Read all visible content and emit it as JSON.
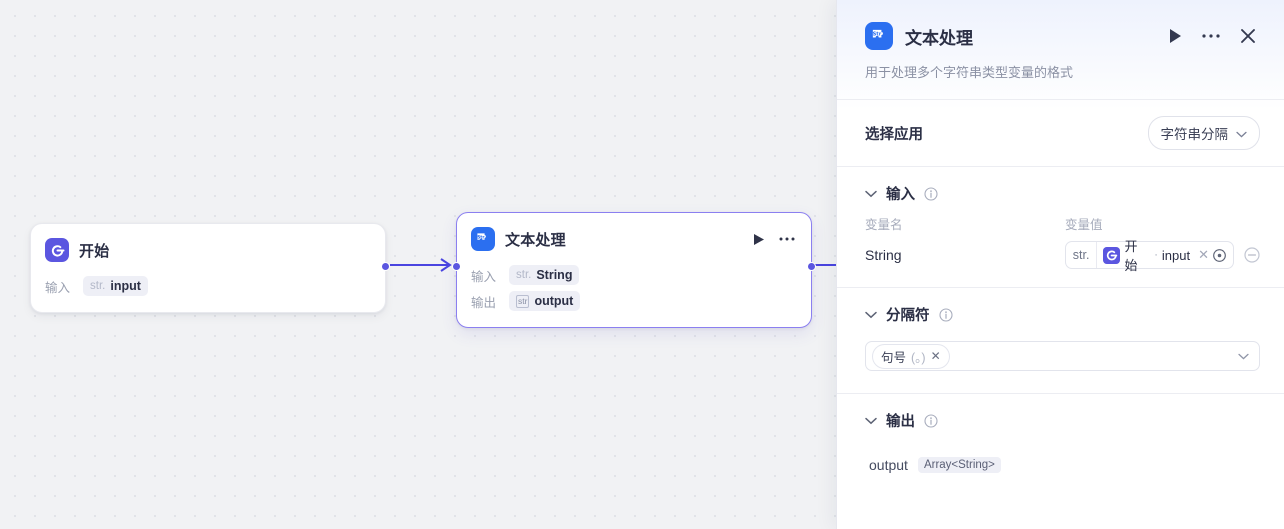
{
  "canvas": {
    "nodes": [
      {
        "id": "start",
        "title": "开始",
        "icon": "start-icon",
        "io": [
          {
            "label": "输入",
            "type": "str.",
            "name": "input"
          }
        ]
      },
      {
        "id": "text-process",
        "title": "文本处理",
        "icon": "string-puzzle-icon",
        "io": [
          {
            "label": "输入",
            "type": "str.",
            "name": "String"
          },
          {
            "label": "输出",
            "type": "str",
            "name": "output"
          }
        ]
      }
    ]
  },
  "panel": {
    "title": "文本处理",
    "description": "用于处理多个字符串类型变量的格式",
    "actions": {
      "run": "run-icon",
      "more": "more-icon",
      "close": "close-icon"
    },
    "app_row": {
      "label": "选择应用",
      "selected": "字符串分隔"
    },
    "input_section": {
      "title": "输入",
      "columns": {
        "name": "变量名",
        "value": "变量值"
      },
      "rows": [
        {
          "name": "String",
          "prefix": "str.",
          "tag_node": "开始",
          "tag_sep": "·",
          "tag_field": "input"
        }
      ]
    },
    "separator_section": {
      "title": "分隔符",
      "tag_label": "句号",
      "tag_paren": "(。)"
    },
    "output_section": {
      "title": "输出",
      "name": "output",
      "type": "Array<String>"
    }
  },
  "colors": {
    "accent_purple": "#5b56e0",
    "accent_blue": "#2b6ff0",
    "canvas_bg": "#f1f2f4"
  }
}
